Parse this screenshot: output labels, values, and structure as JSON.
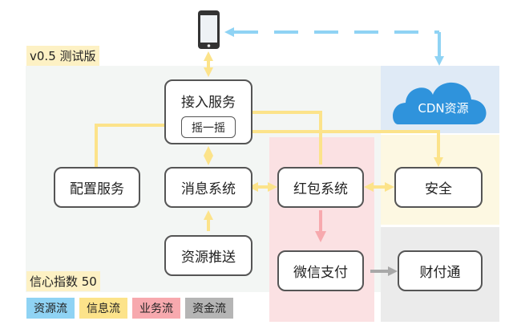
{
  "version_tag": "v0.5 测试版",
  "index_tag": "信心指数 50",
  "colors": {
    "info_flow": "#fce38a",
    "business_flow": "#f7a9ae",
    "resource_flow": "#8fd3f4",
    "money_flow": "#a8a8a8"
  },
  "phone": {
    "icon": "smartphone-icon"
  },
  "cloud": {
    "label": "CDN资源",
    "icon": "cloud-icon"
  },
  "nodes": {
    "access": "接入服务",
    "shake": "摇一摇",
    "config": "配置服务",
    "message": "消息系统",
    "redpacket": "红包系统",
    "security": "安全",
    "push": "资源推送",
    "wepay": "微信支付",
    "tenpay": "财付通"
  },
  "legend": [
    {
      "label": "资源流",
      "color": "#8fd3f4"
    },
    {
      "label": "信息流",
      "color": "#fce38a"
    },
    {
      "label": "业务流",
      "color": "#f7a9ae"
    },
    {
      "label": "资金流",
      "color": "#b5b5b5"
    }
  ]
}
